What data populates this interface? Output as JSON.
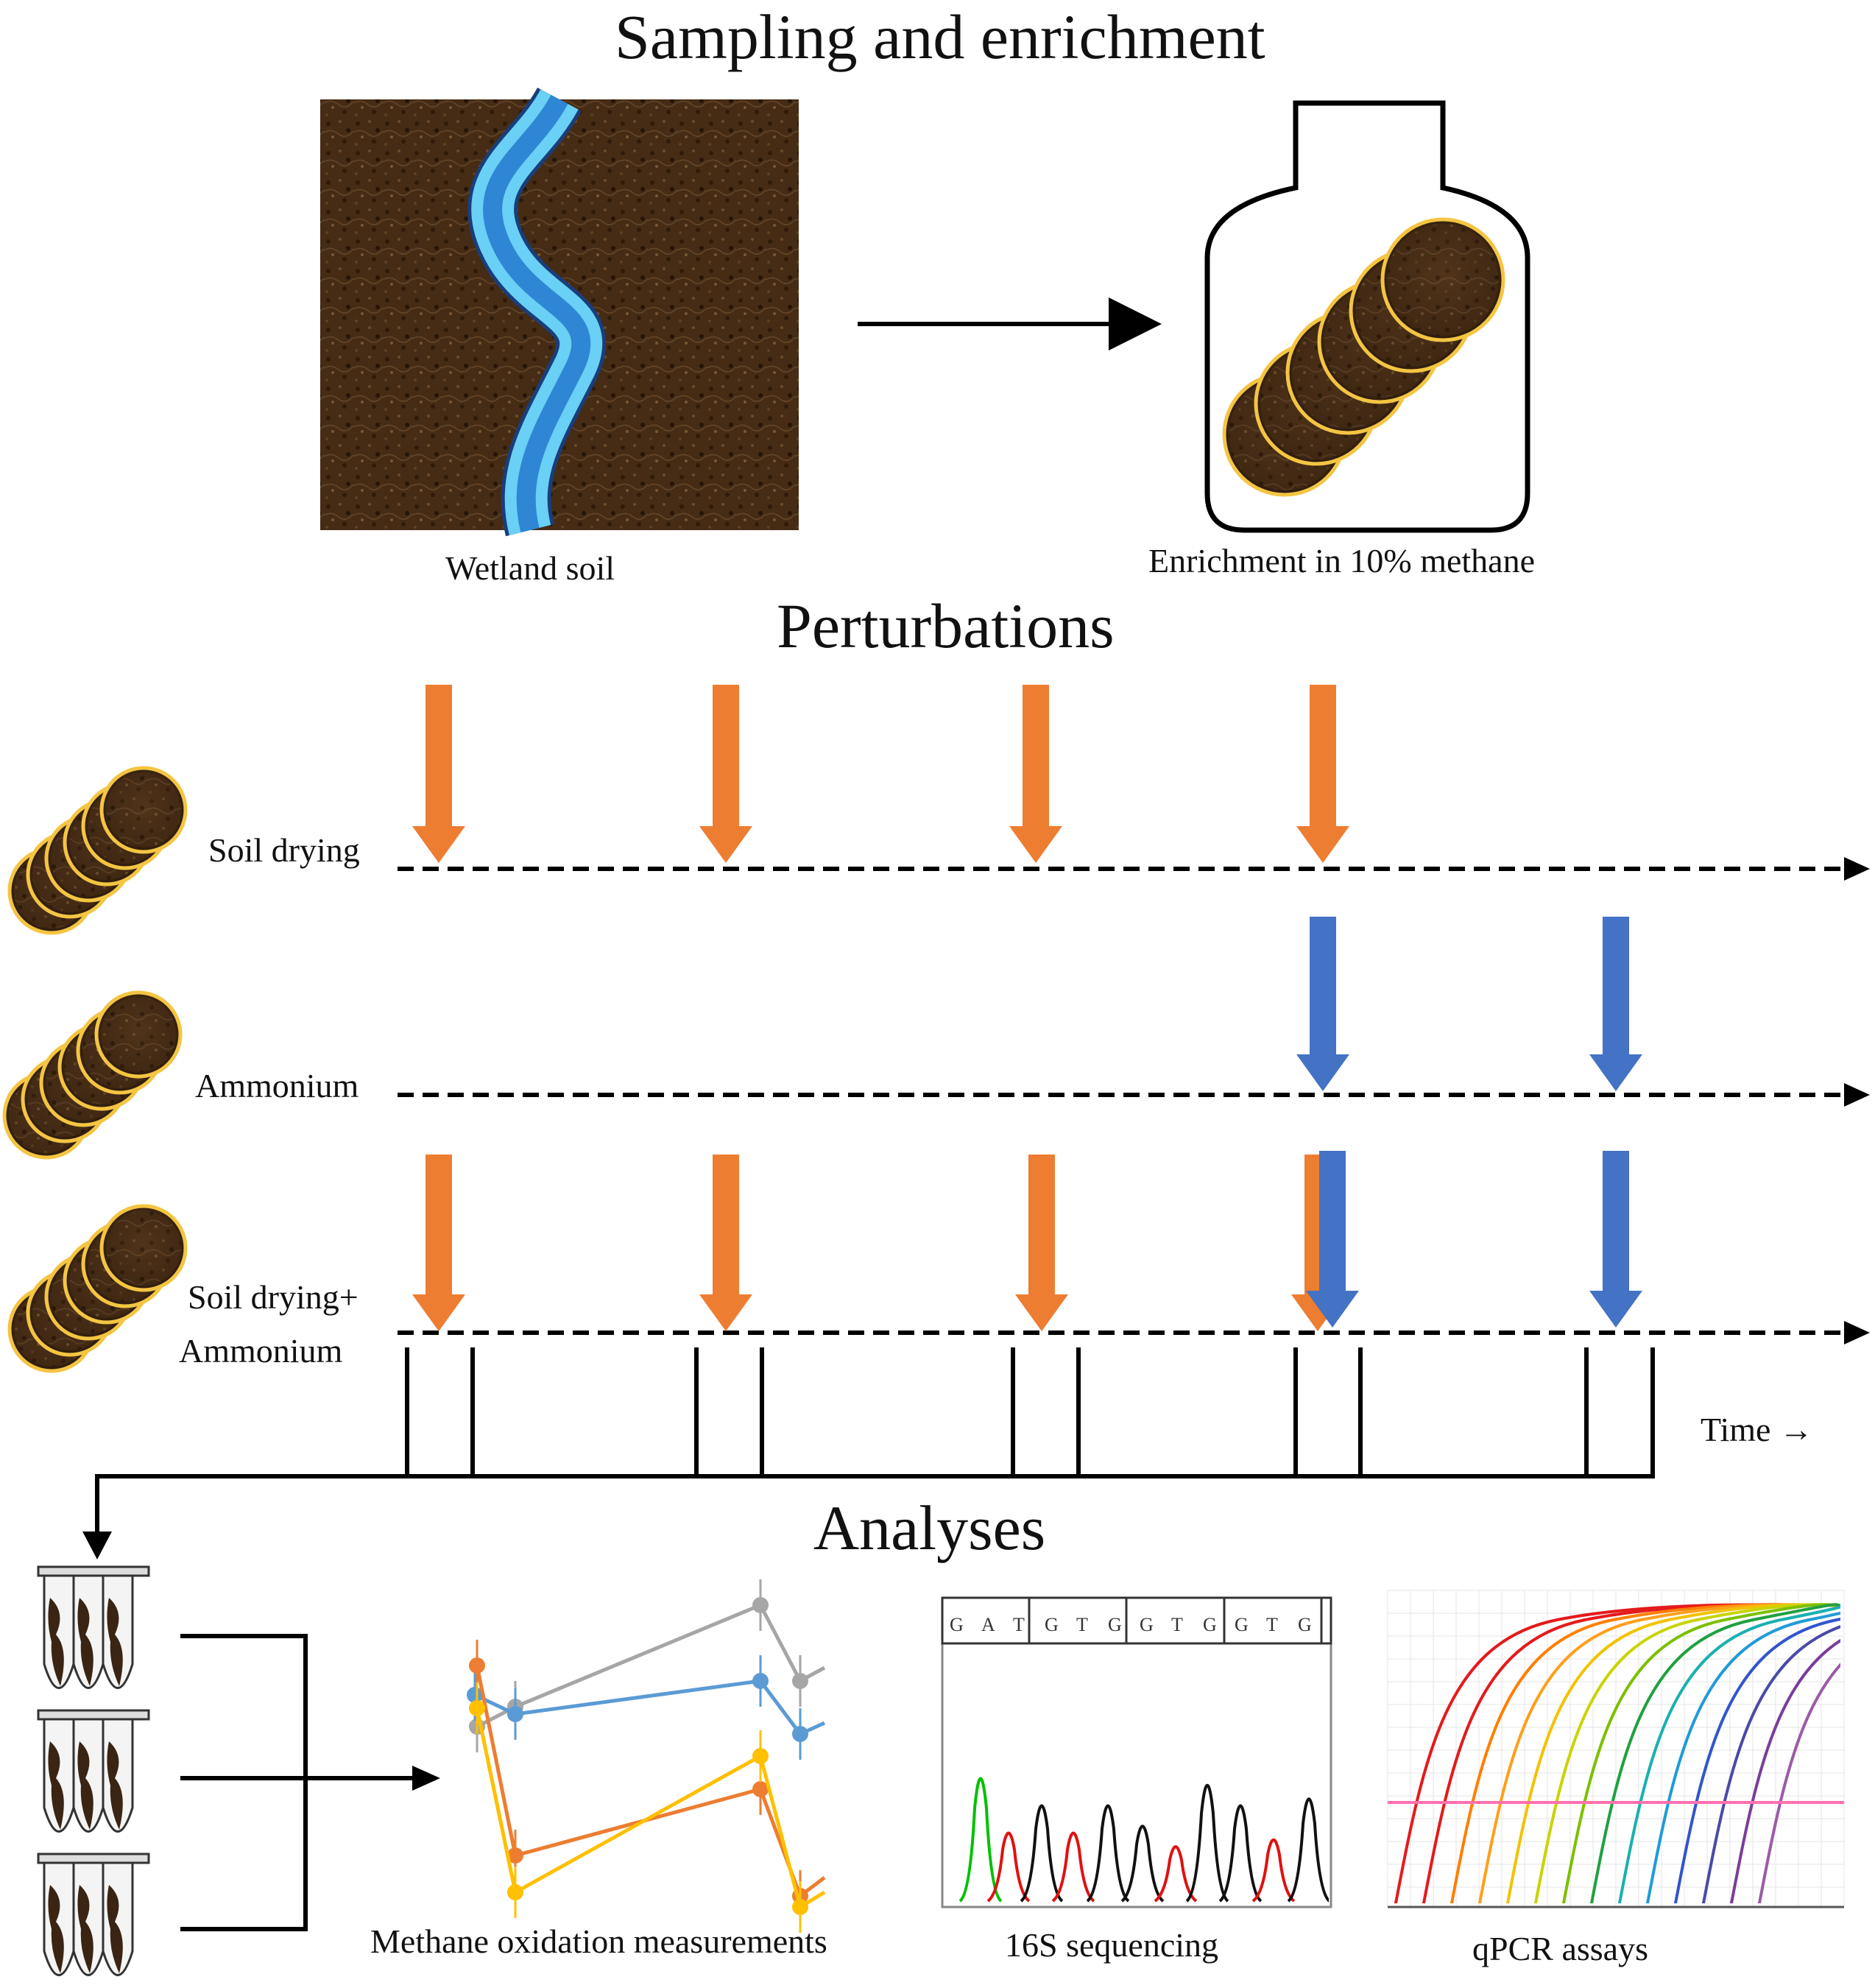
{
  "sections": {
    "sampling_title": "Sampling and enrichment",
    "perturbations_title": "Perturbations",
    "analyses_title": "Analyses"
  },
  "sampling": {
    "soil_caption": "Wetland soil",
    "enrichment_caption": "Enrichment in 10% methane"
  },
  "perturbations": {
    "rows": [
      {
        "label_line1": "Soil drying",
        "label_line2": ""
      },
      {
        "label_line1": "Ammonium",
        "label_line2": ""
      },
      {
        "label_line1": "Soil drying+",
        "label_line2": "Ammonium"
      }
    ],
    "time_label": "Time →",
    "colors": {
      "drying": "#ED7D31",
      "ammonium": "#4472C4"
    }
  },
  "analyses": {
    "methane_caption": "Methane oxidation measurements",
    "sequencing_caption": "16S sequencing",
    "qpcr_caption": "qPCR assays",
    "sequence_bases": [
      "G",
      "A",
      "T",
      "G",
      "T",
      "G",
      "G",
      "T",
      "G",
      "G",
      "T",
      "G"
    ]
  }
}
